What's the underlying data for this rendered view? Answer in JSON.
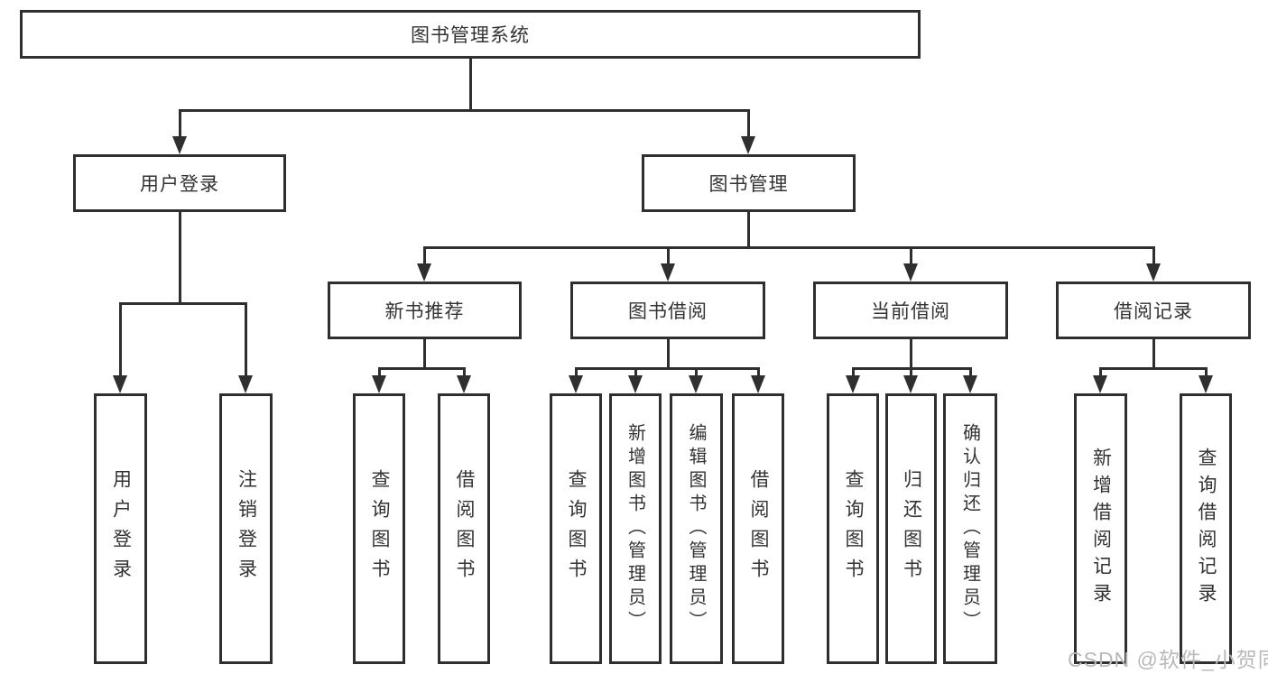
{
  "tree": {
    "root": {
      "label": "图书管理系统"
    },
    "branches": [
      {
        "label": "用户登录",
        "children": [
          {
            "label": "用户登录"
          },
          {
            "label": "注销登录"
          }
        ]
      },
      {
        "label": "图书管理",
        "children": [
          {
            "label": "新书推荐",
            "children": [
              {
                "label": "查询图书"
              },
              {
                "label": "借阅图书"
              }
            ]
          },
          {
            "label": "图书借阅",
            "children": [
              {
                "label": "查询图书"
              },
              {
                "label": "新增图书（管理员）"
              },
              {
                "label": "编辑图书（管理员）"
              },
              {
                "label": "借阅图书"
              }
            ]
          },
          {
            "label": "当前借阅",
            "children": [
              {
                "label": "查询图书"
              },
              {
                "label": "归还图书"
              },
              {
                "label": "确认归还（管理员）"
              }
            ]
          },
          {
            "label": "借阅记录",
            "children": [
              {
                "label": "新增借阅记录"
              },
              {
                "label": "查询借阅记录"
              }
            ]
          }
        ]
      }
    ]
  },
  "watermark": "CSDN @软件_小贺同学",
  "colors": {
    "line": "#2f2f2f",
    "box_background": "#ffffff",
    "text": "#333333",
    "watermark": "#b9b9b9"
  }
}
